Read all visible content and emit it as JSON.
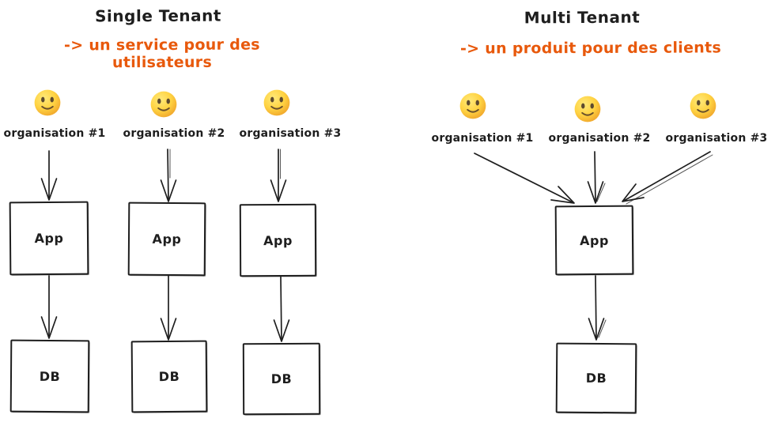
{
  "diagram": {
    "background_color": "#ffffff",
    "stroke_color": "#1e1e1e",
    "accent_color": "#e8590c",
    "user_icon": "slightly-smiling-face-emoji"
  },
  "panels": [
    {
      "title": "Single Tenant",
      "subtitle": "-> un service pour des utilisateurs",
      "organisations": [
        "organisation #1",
        "organisation #2",
        "organisation #3"
      ],
      "app_label": "App",
      "db_label": "DB"
    },
    {
      "title": "Multi Tenant",
      "subtitle": "-> un produit pour des clients",
      "organisations": [
        "organisation #1",
        "organisation #2",
        "organisation #3"
      ],
      "app_label": "App",
      "db_label": "DB"
    }
  ]
}
